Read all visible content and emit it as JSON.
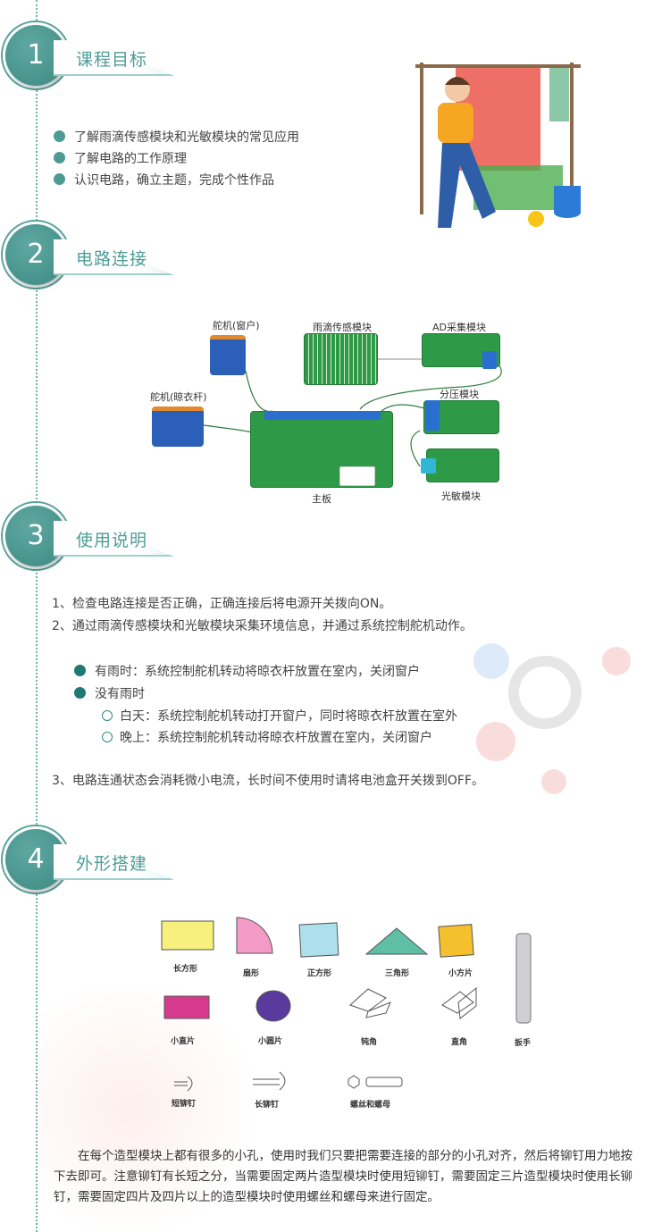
{
  "sections": [
    {
      "number": "1",
      "title": "课程目标"
    },
    {
      "number": "2",
      "title": "电路连接"
    },
    {
      "number": "3",
      "title": "使用说明"
    },
    {
      "number": "4",
      "title": "外形搭建"
    }
  ],
  "goals": [
    "了解雨滴传感模块和光敏模块的常见应用",
    "了解电路的工作原理",
    "认识电路，确立主题，完成个性作品"
  ],
  "circuit": {
    "servo_window": "舵机(窗户)",
    "servo_rack": "舵机(晾衣杆)",
    "rain_sensor": "雨滴传感模块",
    "ad_module": "AD采集模块",
    "divider": "分压模块",
    "light_sensor": "光敏模块",
    "mainboard": "主板"
  },
  "instructions": {
    "step1": "1、检查电路连接是否正确，正确连接后将电源开关拨向ON。",
    "step2": "2、通过雨滴传感模块和光敏模块采集环境信息，并通过系统控制舵机动作。",
    "rain": "有雨时：系统控制舵机转动将晾衣杆放置在室内，关闭窗户",
    "no_rain": "没有雨时",
    "day": "白天：系统控制舵机转动打开窗户，同时将晾衣杆放置在室外",
    "night": "晚上：系统控制舵机转动将晾衣杆放置在室内，关闭窗户",
    "step3": "3、电路连通状态会消耗微小电流，长时间不使用时请将电池盒开关拨到OFF。"
  },
  "parts": [
    "长方形",
    "扇形",
    "正方形",
    "三角形",
    "小方片",
    "扳手",
    "小直片",
    "小圆片",
    "钝角",
    "直角",
    "短铆钉",
    "长铆钉",
    "螺丝和螺母"
  ],
  "paragraph": "在每个造型模块上都有很多的小孔，使用时我们只要把需要连接的部分的小孔对齐，然后将铆钉用力地按下去即可。注意铆钉有长短之分，当需要固定两片造型模块时使用短铆钉，需要固定三片造型模块时使用长铆钉，需要固定四片及四片以上的造型模块时使用螺丝和螺母来进行固定。",
  "colors": {
    "accent": "#4e9a94",
    "bullet": "#1f7a72"
  }
}
